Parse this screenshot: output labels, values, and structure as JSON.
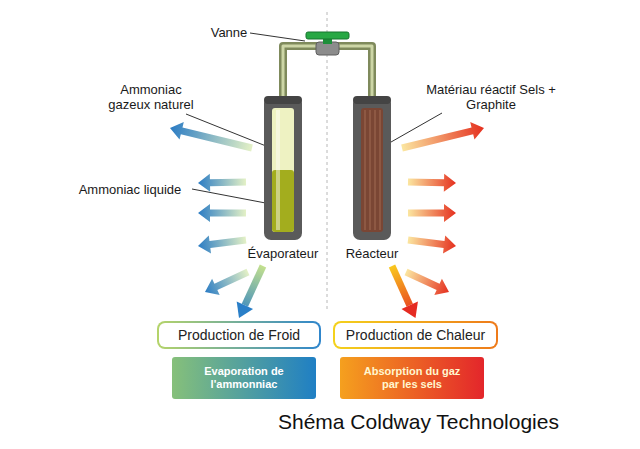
{
  "diagram": {
    "caption": "Shéma Coldway Technologies",
    "nodes": [
      {
        "text": [
          "Évaporateur"
        ]
      },
      {
        "text": [
          "Réacteur"
        ]
      },
      {
        "text": [
          "Production de  Froid"
        ]
      },
      {
        "text": [
          "Production de  Chaleur"
        ]
      },
      {
        "text": [
          "Evaporation de l'ammonniac"
        ]
      },
      {
        "text": [
          "Absorption du gaz par les sels"
        ]
      }
    ],
    "edges": [
      {
        "from": 0,
        "to": 1,
        "arrow": "none"
      },
      {
        "from": 0,
        "to": 2,
        "arrow": "to"
      },
      {
        "from": 1,
        "to": 3,
        "arrow": "to"
      }
    ],
    "labels": [
      "Vanne",
      "Ammoniac gazeux naturel",
      "Ammoniac liquide",
      "Matériau réactif Sels + Graphite"
    ]
  }
}
